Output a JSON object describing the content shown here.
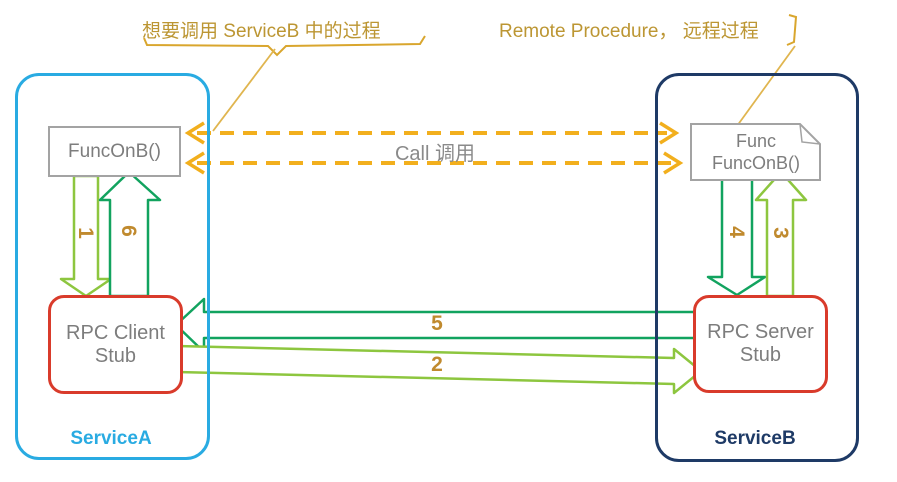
{
  "diagram": {
    "title_hint": "RPC call flow",
    "annotation_left": "想要调用 ServiceB 中的过程",
    "annotation_right": "Remote Procedure， 远程过程",
    "call_label": "Call  调用",
    "service_a": {
      "name": "ServiceA",
      "func_label": "FuncOnB()",
      "stub_line1": "RPC Client",
      "stub_line2": "Stub"
    },
    "service_b": {
      "name": "ServiceB",
      "func_line1": "Func",
      "func_line2": "FuncOnB()",
      "stub_line1": "RPC Server",
      "stub_line2": "Stub"
    },
    "steps": {
      "s1": "1",
      "s2": "2",
      "s3": "3",
      "s4": "4",
      "s5": "5",
      "s6": "6"
    },
    "colors": {
      "service_a_border": "#29ABE2",
      "service_b_border": "#1E3A66",
      "stub_border": "#D93B2B",
      "func_border": "#A3A3A3",
      "dark_green_arrow": "#12A35F",
      "light_green_arrow": "#8DC63F",
      "dashed_call_arrow": "#F2AF1D",
      "annotation_gold": "#BC9633",
      "leader_line_gold": "#E0B54F",
      "step_number_gold": "#C08A2E",
      "gray_text": "#7D7D7D"
    }
  }
}
